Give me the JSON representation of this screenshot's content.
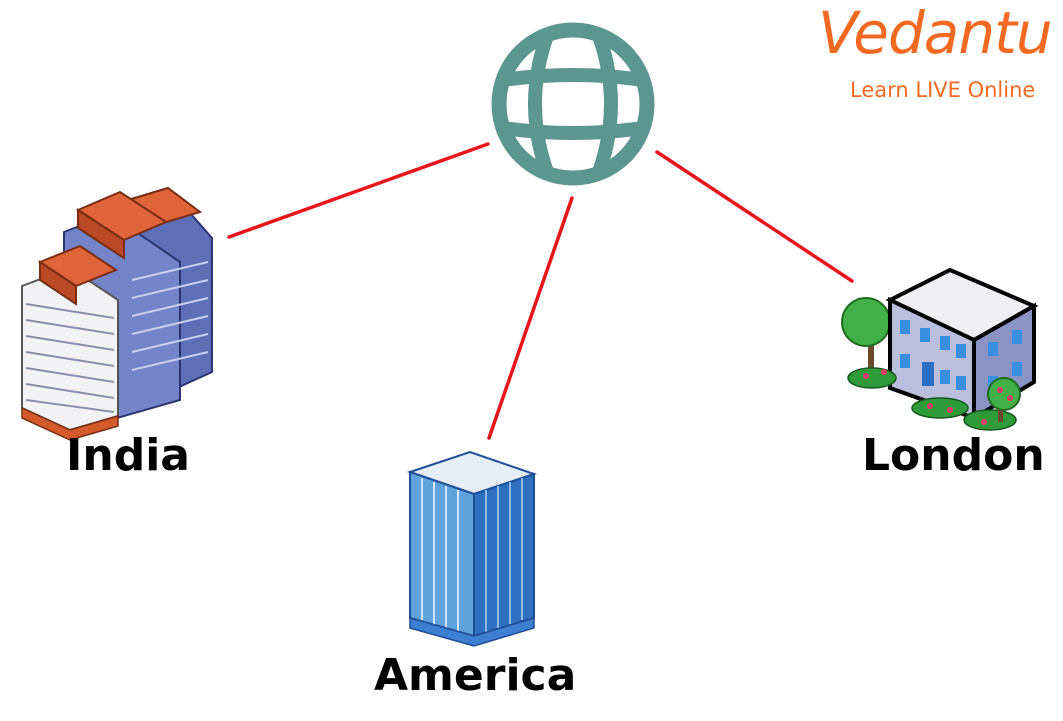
{
  "logo": {
    "brand": "Vedantu",
    "tagline": "Learn LIVE Online",
    "color": "#f26a21"
  },
  "hub": {
    "icon": "globe-icon",
    "color": "#5b9690"
  },
  "link_color": "#e8141c",
  "nodes": {
    "india": {
      "label": "India",
      "icon": "apartment-building-icon"
    },
    "america": {
      "label": "America",
      "icon": "skyscraper-icon"
    },
    "london": {
      "label": "London",
      "icon": "house-with-trees-icon"
    }
  }
}
